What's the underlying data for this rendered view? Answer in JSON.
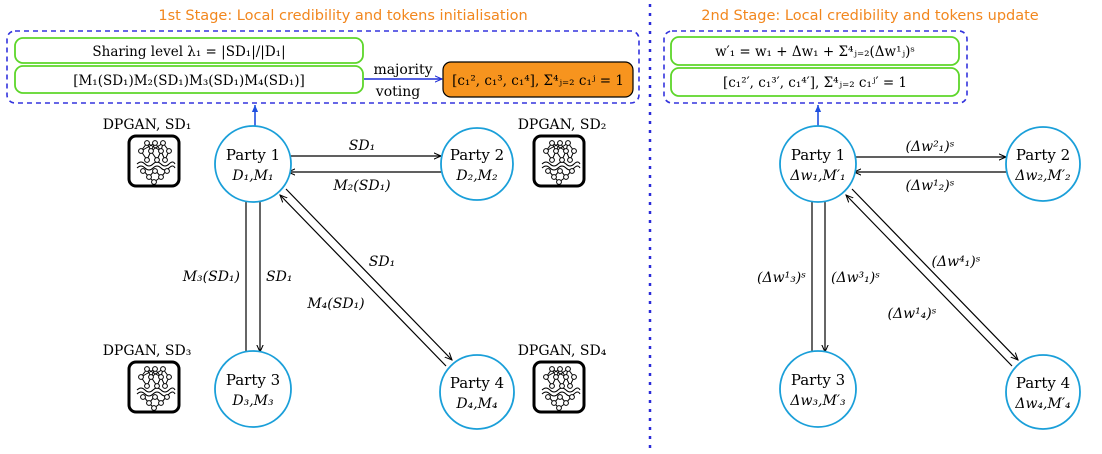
{
  "colors": {
    "stage_title": "#f2871e",
    "node_stroke": "#1a9fd9",
    "box_green": "#5dd62a",
    "box_orange_fill": "#f7941e",
    "dash_blue": "#3333dd",
    "divider": "#2a2ad8",
    "arrow_up": "#1f4fe0"
  },
  "stage1": {
    "title": "1st Stage: Local credibility and tokens initialisation",
    "sharing_level": "Sharing level λ₁ = |SD₁|/|D₁|",
    "metrics_vector": "[M₁(SD₁)M₂(SD₁)M₃(SD₁)M₄(SD₁)]",
    "vote_word_1": "majority",
    "vote_word_2": "voting",
    "result_box": "[c₁², c₁³, c₁⁴], Σ⁴ⱼ₌₂ c₁ʲ = 1",
    "parties": [
      {
        "name": "Party 1",
        "sub": "D₁,M₁"
      },
      {
        "name": "Party 2",
        "sub": "D₂,M₂"
      },
      {
        "name": "Party 3",
        "sub": "D₃,M₃"
      },
      {
        "name": "Party 4",
        "sub": "D₄,M₄"
      }
    ],
    "dpgan_labels": [
      "DPGAN, SD₁",
      "DPGAN, SD₂",
      "DPGAN, SD₃",
      "DPGAN, SD₄"
    ],
    "edges": {
      "p1_to_p2": "SD₁",
      "p2_to_p1": "M₂(SD₁)",
      "p3_to_p1": "M₃(SD₁)",
      "p1_to_p3": "SD₁",
      "p1_to_p4": "SD₁",
      "p4_to_p1": "M₄(SD₁)"
    }
  },
  "stage2": {
    "title": "2nd Stage: Local credibility and tokens update",
    "update_formula": "w′₁ = w₁ + Δw₁ + Σ⁴ⱼ₌₂(Δw¹ⱼ)ˢ",
    "token_formula": "[c₁²′, c₁³′, c₁⁴′], Σ⁴ⱼ₌₂ c₁ʲ′ = 1",
    "parties": [
      {
        "name": "Party 1",
        "sub": "Δw₁,M′₁"
      },
      {
        "name": "Party 2",
        "sub": "Δw₂,M′₂"
      },
      {
        "name": "Party 3",
        "sub": "Δw₃,M′₃"
      },
      {
        "name": "Party 4",
        "sub": "Δw₄,M′₄"
      }
    ],
    "edges": {
      "p1_to_p2": "(Δw²₁)ˢ",
      "p2_to_p1": "(Δw¹₂)ˢ",
      "p3_to_p1": "(Δw¹₃)ˢ",
      "p1_to_p3": "(Δw³₁)ˢ",
      "p4_to_p1": "(Δw¹₄)ˢ",
      "p1_to_p4": "(Δw⁴₁)ˢ"
    }
  }
}
